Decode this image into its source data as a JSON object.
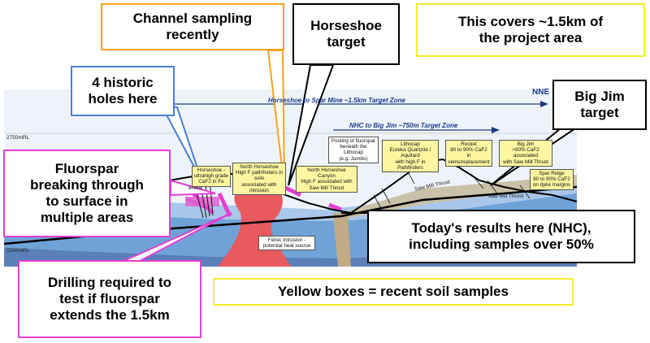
{
  "colors": {
    "orange": "#f5a21c",
    "blue": "#4a7fd6",
    "black": "#000000",
    "yellow": "#f3ec2a",
    "magenta": "#e43fd3",
    "soil_box": "#fdf6a0",
    "intrusion": "#e85a5e",
    "formation_blue": "#6fa3d8"
  },
  "callouts": {
    "channel": "Channel sampling\nrecently",
    "horseshoe": "Horseshoe\ntarget",
    "coverage": "This covers ~1.5km of\nthe project area",
    "historic": "4 historic\nholes here",
    "bigjim": "Big Jim\ntarget",
    "fluorspar": "Fluorspar\nbreaking through\nto surface in\nmultiple areas",
    "results": "Today's results here (NHC),\nincluding samples over 50%",
    "drilling": "Drilling required to\ntest if fluorspar\nextends the 1.5km",
    "legend": "Yellow boxes = recent soil samples"
  },
  "section": {
    "zone1": "Horseshoe to Spar Mine ~1.5km Target Zone",
    "zone2": "NHC to Big Jim ~750m Target Zone",
    "direction": "NNE",
    "rl_top": "2750mRL",
    "rl_bottom": "2250mRL",
    "thrust_label": "Saw Mill Thrust",
    "thrust_label2": "Saw Mill Thrust",
    "intrusion_label": "Felsic Intrusion -\npotential heat source",
    "reserved_label": "erved"
  },
  "soil_boxes": {
    "horseshoe": "Horseshoe -\nultrahigh grade\nCaF2 in Fe",
    "north_horseshoe": "North Horseshoe\nHigh F pathfinders in soils\nassociated with intrusion",
    "nhc": "North Horseshoe Canyon\nHigh F associated with\nSaw Mill Thrust",
    "lithocap": "Lithocap\nEureka Quartzite / Aquitard\nwith high F in Pathfinders",
    "rocket": "Rocket\n80 to 90% CaF2 in\nveins/replacement",
    "bigjim": "Big Jim\n>90% CaF2 associated\nwith Saw Mill Thrust",
    "spar_ridge": "Spar Ridge\n80 to 90% CaF2\non dyke margins"
  },
  "note_box": {
    "pooling": "Pooling of fluorspar\nbeneath the Lithocap\n(e.g. Jumbo)"
  }
}
